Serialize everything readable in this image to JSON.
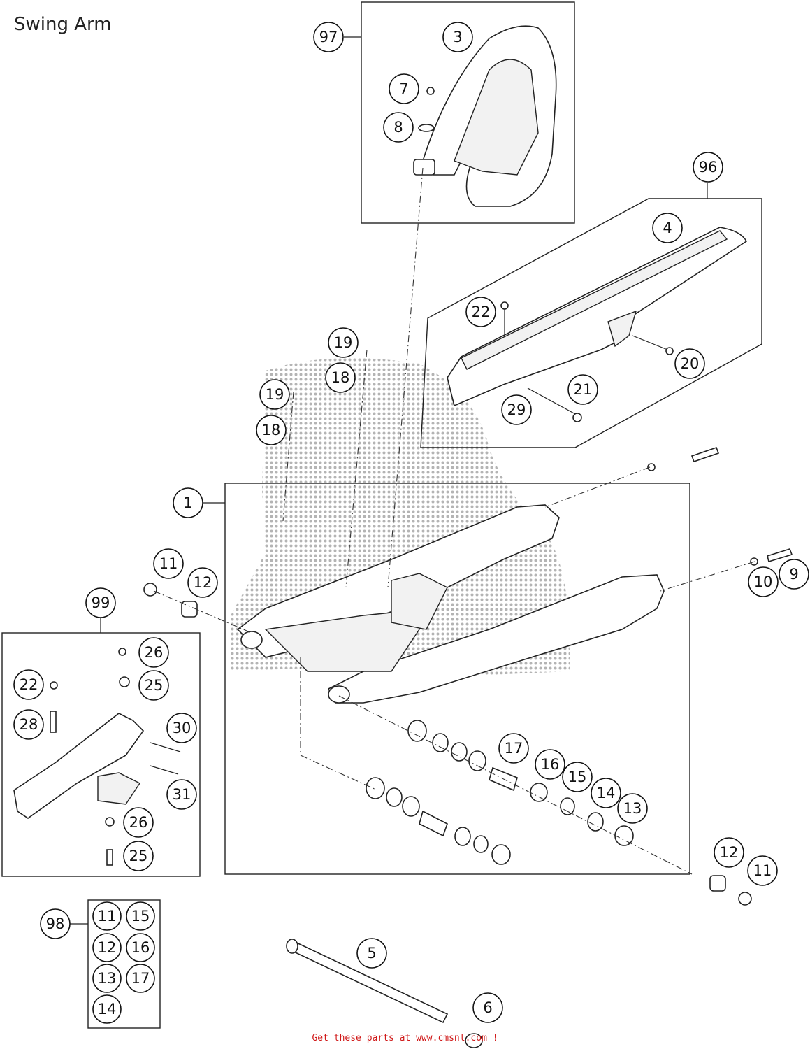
{
  "title": "Swing Arm",
  "footer": "Get these parts at www.cmsnl.com !",
  "callouts": {
    "c97": "97",
    "c3": "3",
    "c7": "7",
    "c8": "8",
    "c96": "96",
    "c4": "4",
    "c22a": "22",
    "c20": "20",
    "c21": "21",
    "c29": "29",
    "c19a": "19",
    "c18a": "18",
    "c19b": "19",
    "c18b": "18",
    "c1": "1",
    "c11a": "11",
    "c12a": "12",
    "c9": "9",
    "c10": "10",
    "c99": "99",
    "c26a": "26",
    "c22b": "22",
    "c25a": "25",
    "c28": "28",
    "c30": "30",
    "c31": "31",
    "c26b": "26",
    "c25b": "25",
    "c17": "17",
    "c16": "16",
    "c15": "15",
    "c14": "14",
    "c13": "13",
    "c12b": "12",
    "c11b": "11",
    "c98": "98",
    "k11": "11",
    "k15": "15",
    "k12": "12",
    "k16": "16",
    "k13": "13",
    "k17": "17",
    "k14": "14",
    "c5": "5",
    "c6": "6"
  }
}
